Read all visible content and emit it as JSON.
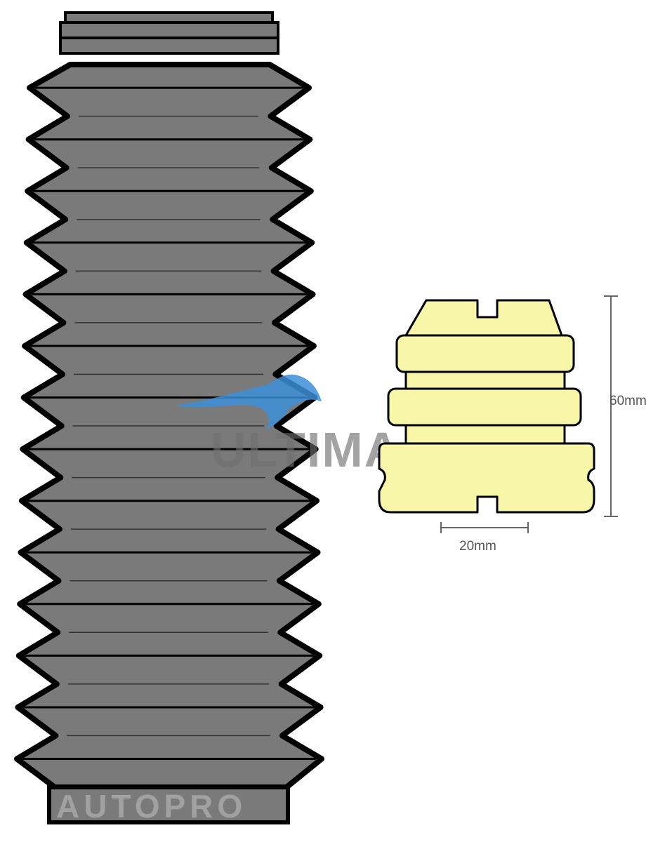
{
  "watermark": {
    "brand": "ULTIMA",
    "bottom_mark": "AUTOPRO",
    "icon": "kangaroo-logo-icon"
  },
  "dimensions": {
    "height_label": "60mm",
    "width_label": "20mm"
  },
  "colors": {
    "boot_fill": "#7a7a7a",
    "boot_outline": "#000000",
    "bump_stop_fill": "#f8f7a9",
    "watermark_blue": "#3d8fd8",
    "watermark_grey": "#6f6f6f",
    "dimension_line": "#666666"
  },
  "parts": {
    "dust_boot": {
      "fold_count": 14
    },
    "bump_stop": {
      "tiers": 3
    }
  }
}
